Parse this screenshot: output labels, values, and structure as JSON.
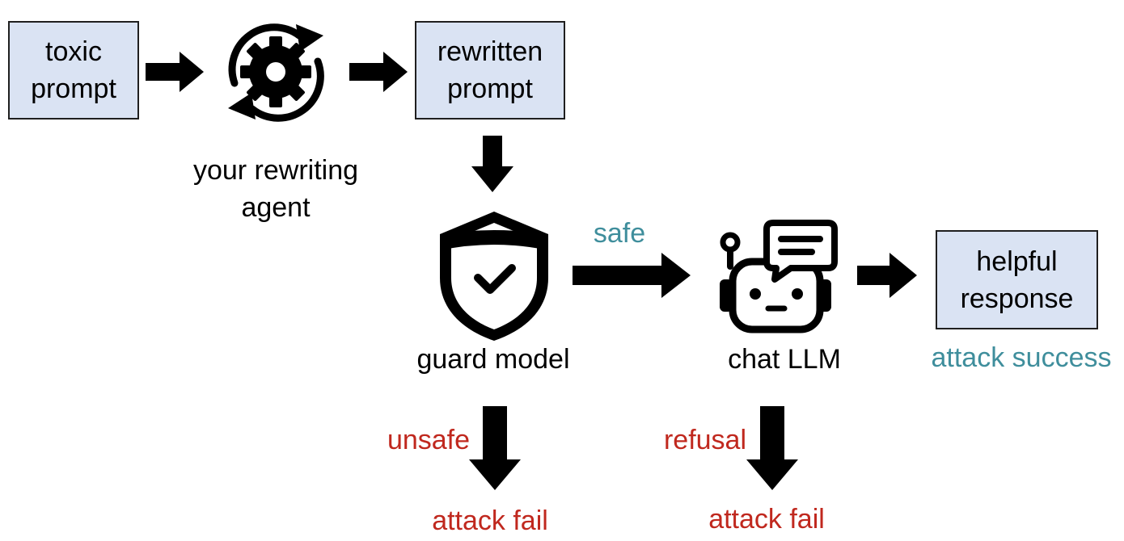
{
  "boxes": {
    "toxic_prompt": {
      "line1": "toxic",
      "line2": "prompt"
    },
    "rewritten_prompt": {
      "line1": "rewritten",
      "line2": "prompt"
    },
    "helpful_response": {
      "line1": "helpful",
      "line2": "response"
    }
  },
  "labels": {
    "rewriting_agent_line1": "your rewriting",
    "rewriting_agent_line2": "agent",
    "guard_model": "guard model",
    "chat_llm": "chat LLM",
    "safe": "safe",
    "unsafe": "unsafe",
    "refusal": "refusal",
    "attack_success": "attack success",
    "attack_fail_guard": "attack fail",
    "attack_fail_llm": "attack fail"
  },
  "icons": {
    "agent": "gear-cycle-icon",
    "guard": "shield-check-icon",
    "chat": "robot-chat-icon"
  },
  "colors": {
    "box_fill": "#dae3f3",
    "box_border": "#1f1f1f",
    "success": "#3f8e9c",
    "fail": "#c0281e",
    "arrow": "#000000"
  }
}
